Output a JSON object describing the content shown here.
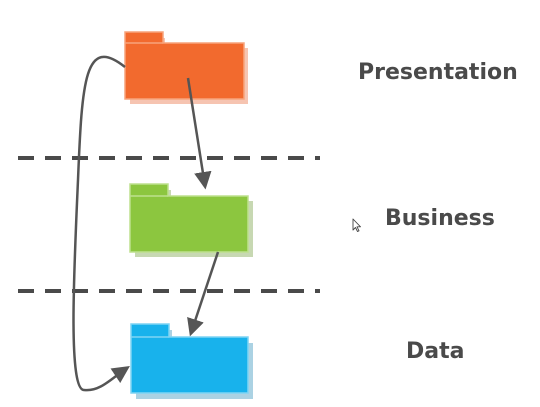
{
  "layers": [
    {
      "label": "Presentation",
      "color": "#f26a2e"
    },
    {
      "label": "Business",
      "color": "#8cc63f"
    },
    {
      "label": "Data",
      "color": "#18b2ec"
    }
  ],
  "colors": {
    "divider": "#4a4a4a",
    "arrow": "#555555",
    "label_text": "#4a4a4a"
  },
  "icons": {
    "cursor": "mouse-pointer-icon",
    "folder": "folder-icon"
  }
}
